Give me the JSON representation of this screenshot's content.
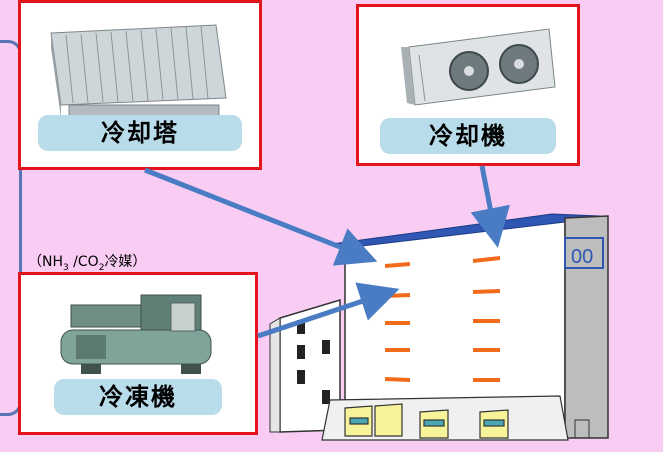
{
  "cards": {
    "cooling_tower": {
      "label": "冷却塔"
    },
    "air_cooler": {
      "label": "冷却機"
    },
    "refrigerator": {
      "label": "冷凍機"
    }
  },
  "refrigerant_note": {
    "open": "（NH",
    "sub1": "3",
    "mid": " /CO",
    "sub2": "2",
    "rest": "冷媒）"
  },
  "building": {
    "panel_text": "00"
  },
  "colors": {
    "background": "#f9cdf3",
    "card_border": "#e3141b",
    "label_bg": "#b9dcea",
    "arrow": "#4a7cc4",
    "vent": "#f26a1b"
  }
}
